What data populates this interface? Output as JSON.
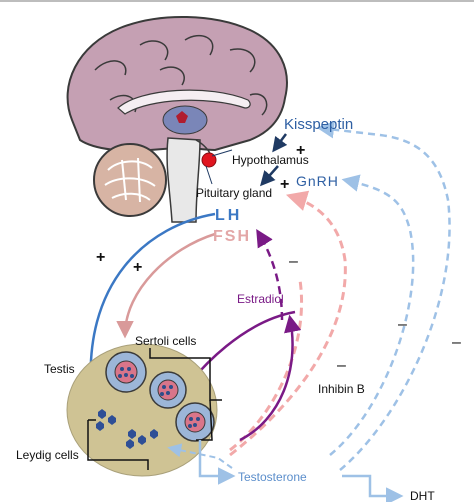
{
  "labels": {
    "kisspeptin": "Kisspeptin",
    "hypothalamus": "Hypothalamus",
    "pituitary": "Pituitary gland",
    "gnrh": "GnRH",
    "lh": "LH",
    "fsh": "FSH",
    "estradiol": "Estradiol",
    "sertoli": "Sertoli cells",
    "testis": "Testis",
    "inhibin": "Inhibin B",
    "leydig": "Leydig cells",
    "testosterone": "Testosterone",
    "dht": "DHT"
  },
  "signs": {
    "plus": "+",
    "minus": "–"
  },
  "colors": {
    "blue_solid": "#3b78c4",
    "blue_light": "#9ec1e6",
    "pink_solid": "#d99a9a",
    "pink_dashed": "#f2a9a9",
    "purple": "#7a1a86",
    "dark_navy": "#1f3a63",
    "testis_fill": "#cfc394",
    "tubule_fill": "#9cb6d8",
    "brain_fill": "#c5a0b3",
    "cerebellum_fill": "#d7b4a4",
    "stem_fill": "#e8e8e8"
  }
}
